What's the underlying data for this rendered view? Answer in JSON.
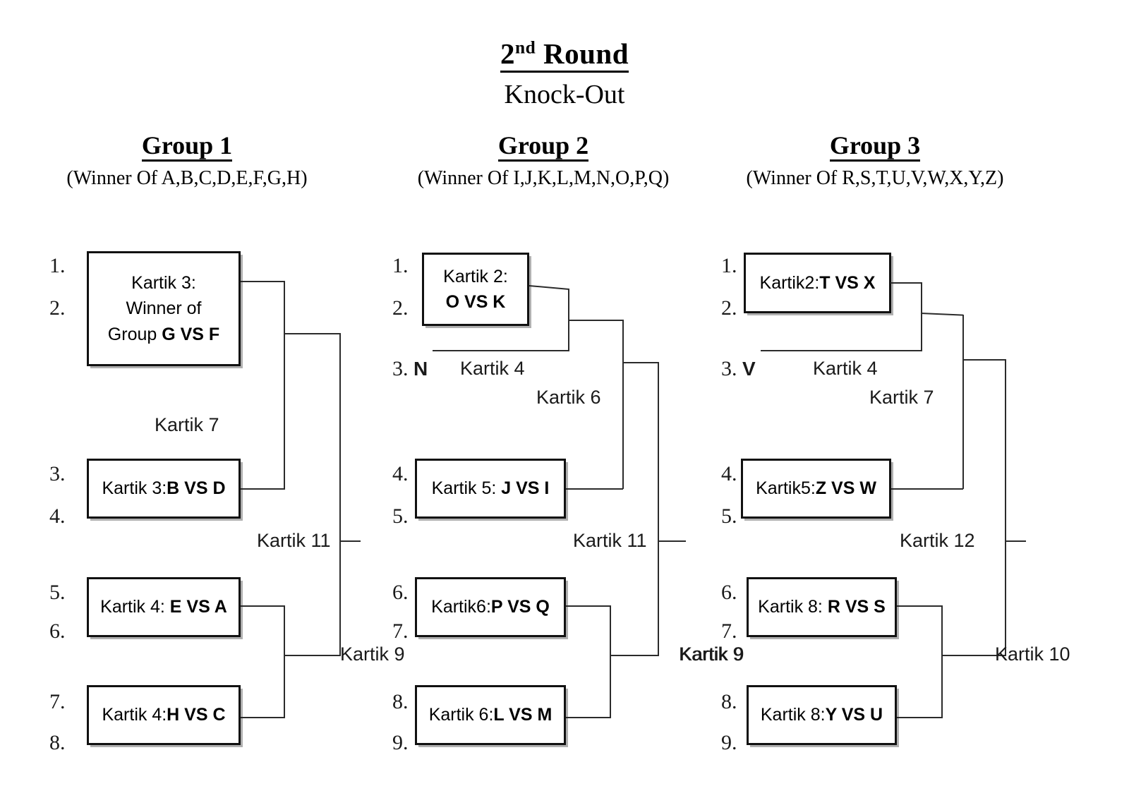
{
  "header": {
    "title_prefix": "2",
    "title_sup": "nd",
    "title_suffix": " Round",
    "subtitle": "Knock-Out"
  },
  "groups": [
    {
      "name": "Group 1",
      "subtitle": "(Winner Of A,B,C,D,E,F,G,H)",
      "seeds": [
        "1.",
        "2.",
        "3.",
        "4.",
        "5.",
        "6.",
        "7.",
        "8."
      ],
      "extra_seed_letter": "",
      "boxes": [
        {
          "lines": [
            "Kartik 3:",
            "Winner of",
            "Group "
          ],
          "bold_tail": "G VS F",
          "multiline": true
        },
        {
          "prefix": "Kartik 3:",
          "bold": "B VS D",
          "multiline": false
        },
        {
          "prefix": "Kartik 4: ",
          "bold": "E VS A",
          "multiline": false
        },
        {
          "prefix": "Kartik 4:",
          "bold": "H VS C",
          "multiline": false
        }
      ],
      "round_labels": [
        "Kartik 7",
        "Kartik 11",
        "Kartik 9"
      ]
    },
    {
      "name": "Group 2",
      "subtitle": "(Winner Of I,J,K,L,M,N,O,P,Q)",
      "seeds": [
        "1.",
        "2.",
        "3.",
        "4.",
        "5.",
        "6.",
        "7.",
        "8.",
        "9."
      ],
      "extra_seed_letter": "N",
      "boxes": [
        {
          "lines": [
            "Kartik 2:"
          ],
          "bold_tail": "O VS K",
          "multiline": true
        },
        {
          "prefix": "Kartik 5: ",
          "bold": "J VS I",
          "multiline": false
        },
        {
          "prefix": "Kartik6:",
          "bold": "P VS Q",
          "multiline": false
        },
        {
          "prefix": "Kartik 6:",
          "bold": "L VS M",
          "multiline": false
        }
      ],
      "round_labels": [
        "Kartik 4",
        "Kartik 6",
        "Kartik 11",
        "Kartik 9"
      ]
    },
    {
      "name": "Group 3",
      "subtitle": "(Winner Of R,S,T,U,V,W,X,Y,Z)",
      "seeds": [
        "1.",
        "2.",
        "3.",
        "4.",
        "5.",
        "6.",
        "7.",
        "8.",
        "9."
      ],
      "extra_seed_letter": "V",
      "boxes": [
        {
          "prefix": "Kartik2:",
          "bold": "T VS X",
          "multiline": false
        },
        {
          "prefix": "Kartik5:",
          "bold": "Z VS W",
          "multiline": false
        },
        {
          "prefix": "Kartik 8: ",
          "bold": "R VS S",
          "multiline": false
        },
        {
          "prefix": "Kartik 8:",
          "bold": "Y VS U",
          "multiline": false
        }
      ],
      "round_labels": [
        "Kartik 4",
        "Kartik 7",
        "Kartik 12",
        "Kartik 9"
      ]
    }
  ],
  "final_label": "Kartik 10",
  "colors": {
    "line": "#2b2b2b",
    "box_border": "#111111",
    "text": "#000000",
    "background": "#ffffff"
  }
}
